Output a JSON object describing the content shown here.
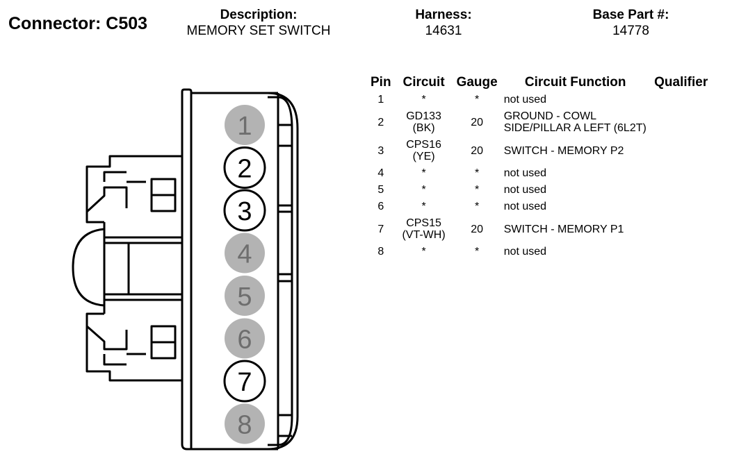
{
  "header": {
    "connector_label": "Connector: C503",
    "description_label": "Description:",
    "description_value": "MEMORY SET SWITCH",
    "harness_label": "Harness:",
    "harness_value": "14631",
    "base_part_label": "Base Part #:",
    "base_part_value": "14778"
  },
  "table": {
    "headers": [
      "Pin",
      "Circuit",
      "Gauge",
      "Circuit Function",
      "Qualifier"
    ],
    "rows": [
      {
        "pin": "1",
        "circuit": "*",
        "circuit_color": "",
        "gauge": "*",
        "function": "not used",
        "qualifier": ""
      },
      {
        "pin": "2",
        "circuit": "GD133",
        "circuit_color": "(BK)",
        "gauge": "20",
        "function": "GROUND - COWL SIDE/PILLAR A LEFT (6L2T)",
        "qualifier": ""
      },
      {
        "pin": "3",
        "circuit": "CPS16",
        "circuit_color": "(YE)",
        "gauge": "20",
        "function": "SWITCH - MEMORY P2",
        "qualifier": ""
      },
      {
        "pin": "4",
        "circuit": "*",
        "circuit_color": "",
        "gauge": "*",
        "function": "not used",
        "qualifier": ""
      },
      {
        "pin": "5",
        "circuit": "*",
        "circuit_color": "",
        "gauge": "*",
        "function": "not used",
        "qualifier": ""
      },
      {
        "pin": "6",
        "circuit": "*",
        "circuit_color": "",
        "gauge": "*",
        "function": "not used",
        "qualifier": ""
      },
      {
        "pin": "7",
        "circuit": "CPS15",
        "circuit_color": "(VT-WH)",
        "gauge": "20",
        "function": "SWITCH - MEMORY P1",
        "qualifier": ""
      },
      {
        "pin": "8",
        "circuit": "*",
        "circuit_color": "",
        "gauge": "*",
        "function": "not used",
        "qualifier": ""
      }
    ]
  },
  "connector": {
    "pins": [
      {
        "label": "1",
        "used": false
      },
      {
        "label": "2",
        "used": true
      },
      {
        "label": "3",
        "used": true
      },
      {
        "label": "4",
        "used": false
      },
      {
        "label": "5",
        "used": false
      },
      {
        "label": "6",
        "used": false
      },
      {
        "label": "7",
        "used": true
      },
      {
        "label": "8",
        "used": false
      }
    ],
    "colors": {
      "unused_fill": "#b3b3b3",
      "unused_text": "#6e6e6e",
      "used_fill": "#ffffff",
      "used_text": "#000000",
      "outline": "#000000"
    }
  }
}
